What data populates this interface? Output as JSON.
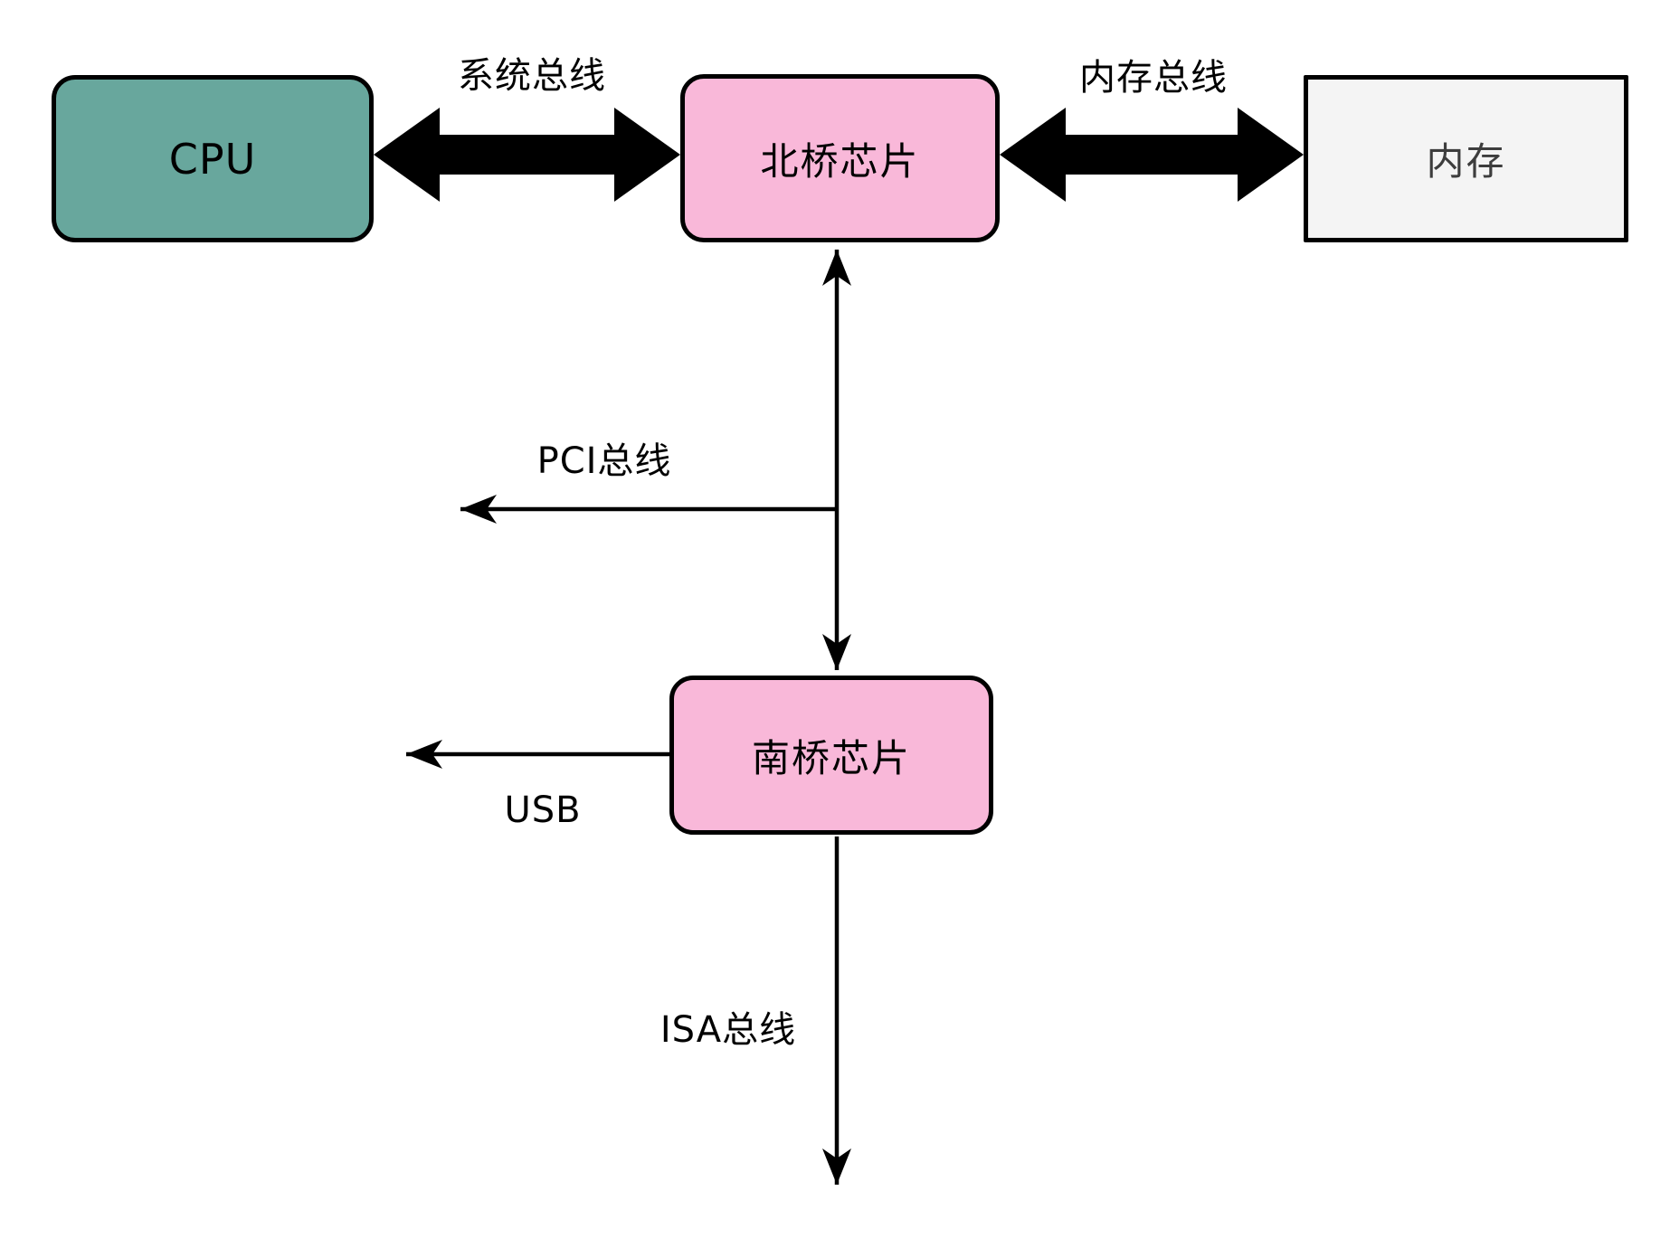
{
  "nodes": {
    "cpu": {
      "label": "CPU",
      "fill": "#68A79D",
      "text_color": "#000000"
    },
    "northbridge": {
      "label": "北桥芯片",
      "fill": "#F9B8D9",
      "text_color": "#000000"
    },
    "memory": {
      "label": "内存",
      "fill": "#F4F4F4",
      "text_color": "#3D3D3D"
    },
    "southbridge": {
      "label": "南桥芯片",
      "fill": "#F9B8D9",
      "text_color": "#000000"
    }
  },
  "edges": {
    "system_bus": {
      "label": "系统总线",
      "type": "thick-double-arrow",
      "from": "CPU",
      "to": "北桥芯片"
    },
    "memory_bus": {
      "label": "内存总线",
      "type": "thick-double-arrow",
      "from": "北桥芯片",
      "to": "内存"
    },
    "bridge_link": {
      "label": "",
      "type": "thin-double-arrow",
      "from": "北桥芯片",
      "to": "南桥芯片"
    },
    "pci_bus": {
      "label": "PCI总线",
      "type": "thin-arrow-left",
      "from": "北桥芯片-南桥芯片连线"
    },
    "usb": {
      "label": "USB",
      "type": "thin-arrow-left",
      "from": "南桥芯片"
    },
    "isa_bus": {
      "label": "ISA总线",
      "type": "thin-arrow-down",
      "from": "南桥芯片"
    }
  },
  "colors": {
    "line": "#000000",
    "background": "#FFFFFF"
  }
}
